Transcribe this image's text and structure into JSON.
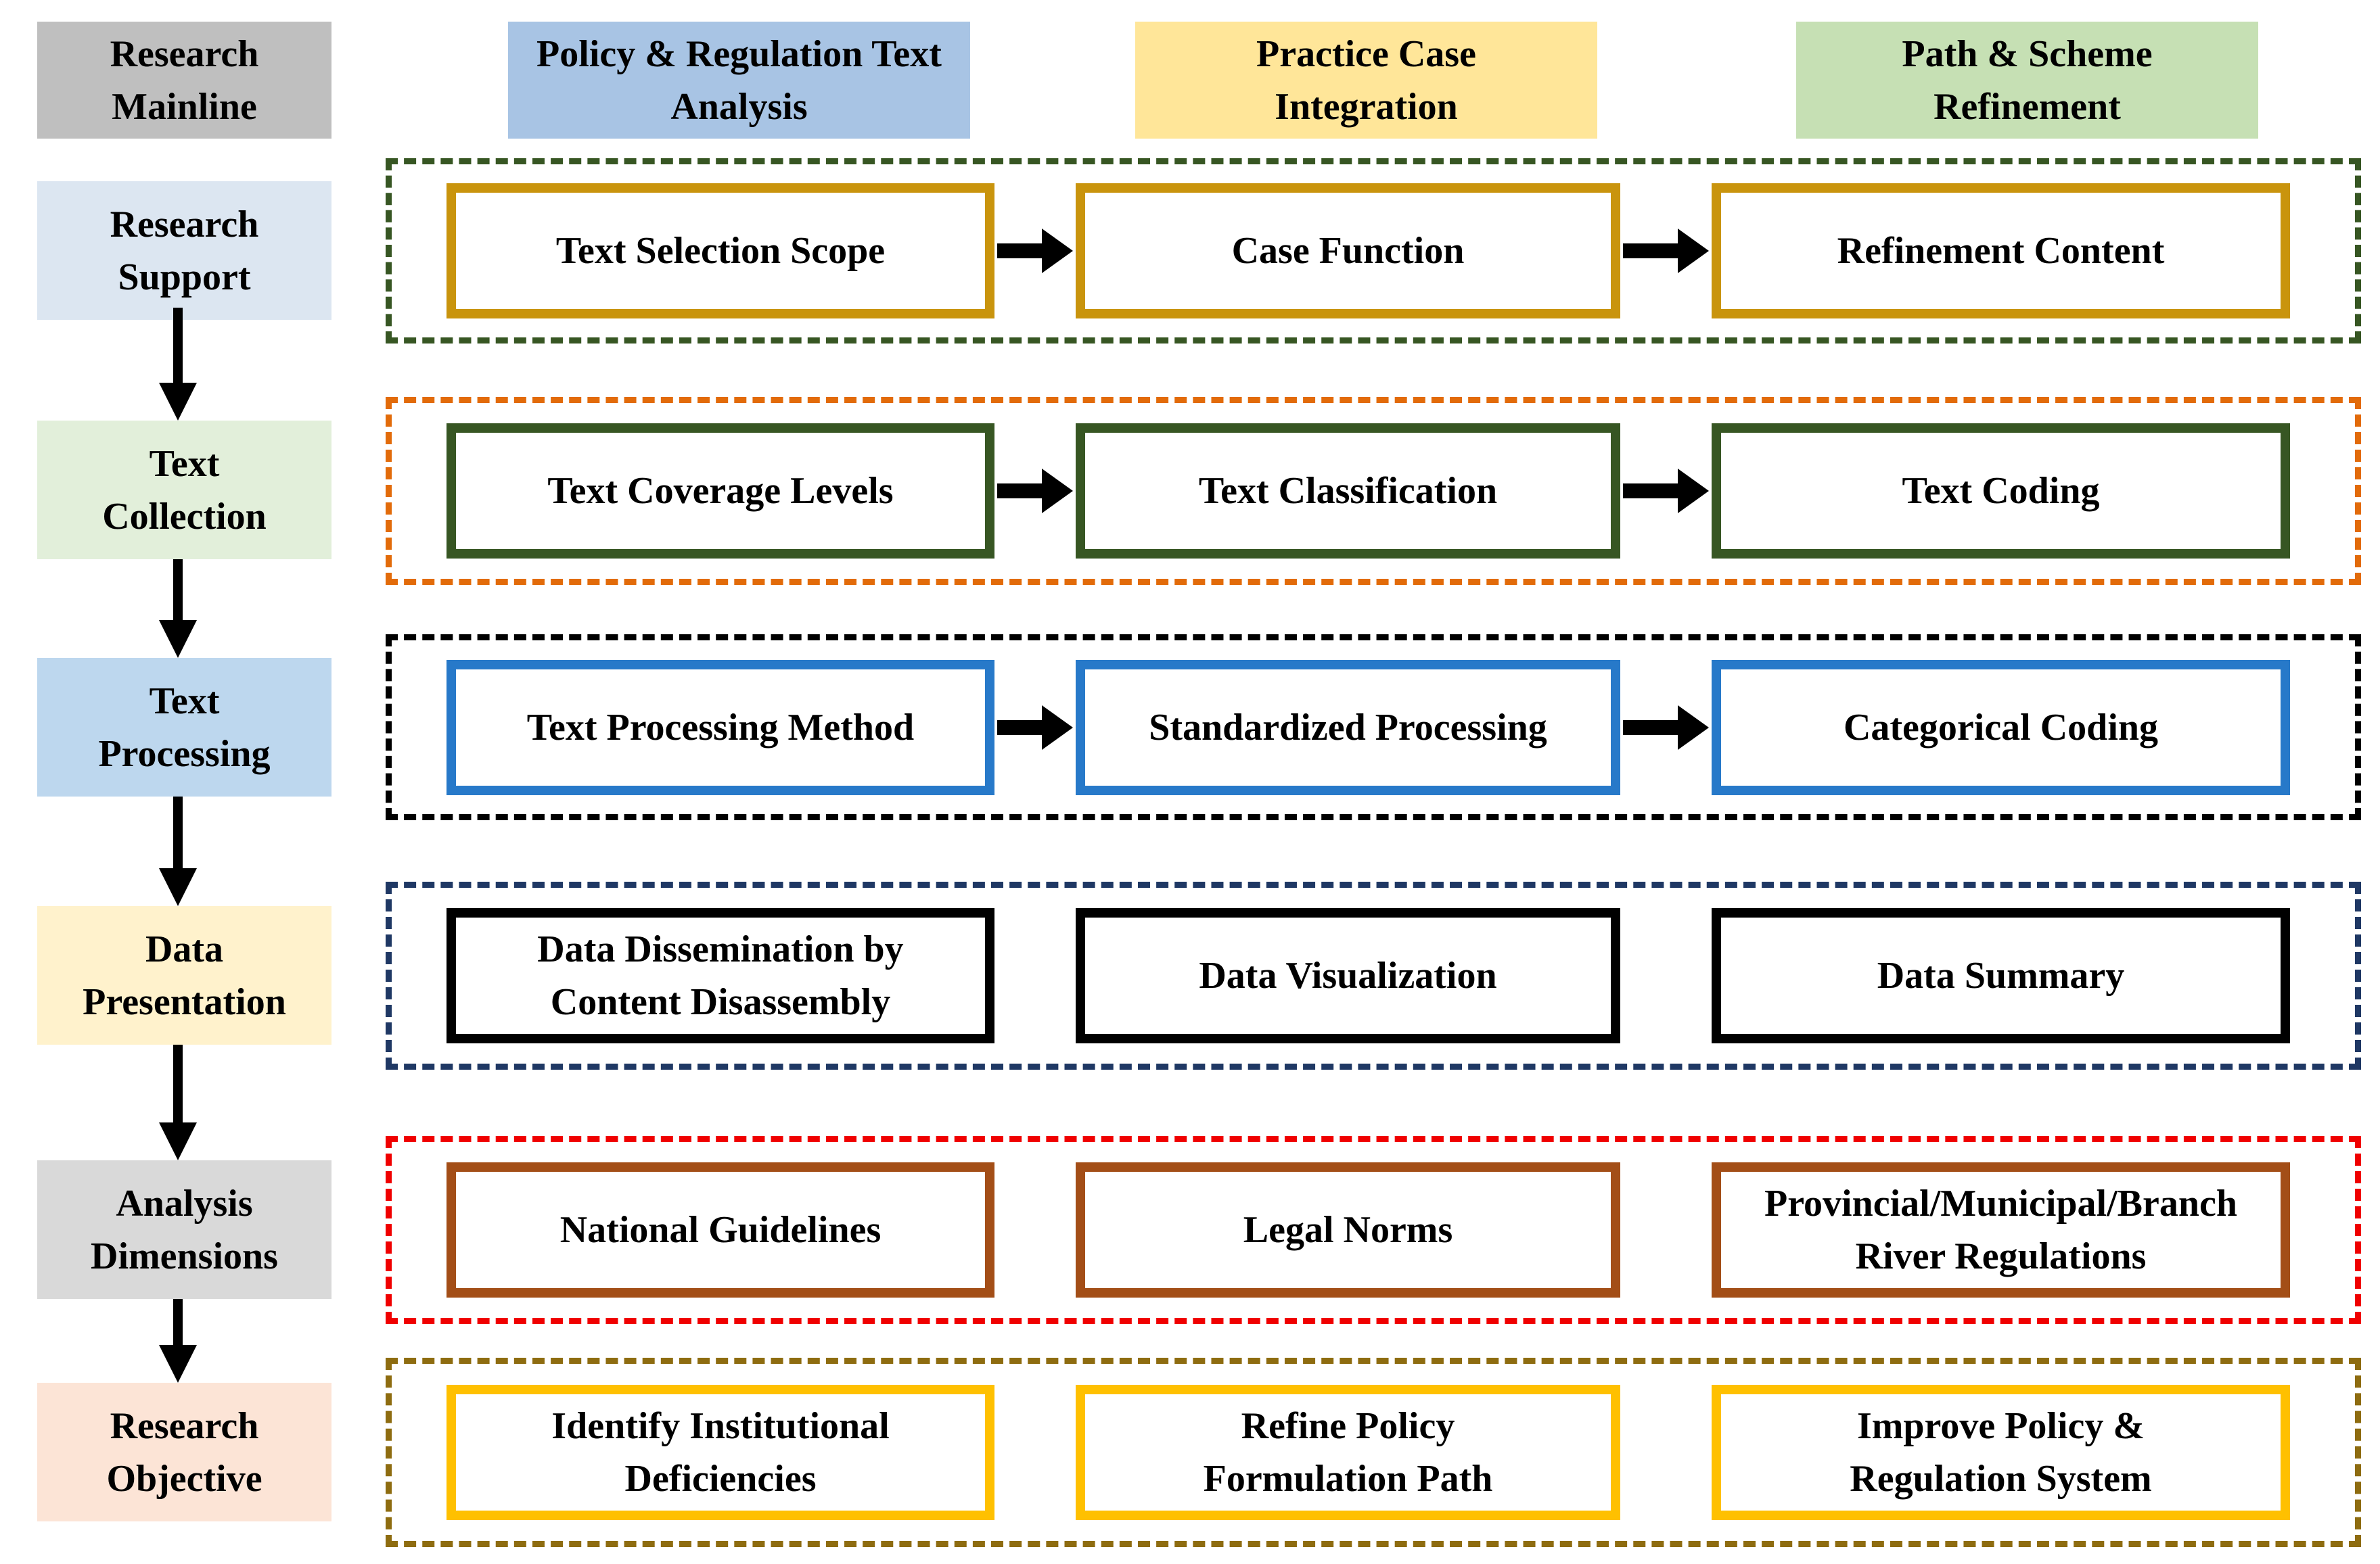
{
  "background_color": "#FFFFFF",
  "text_color": "#000000",
  "arrow_color": "#000000",
  "header": {
    "mainline_label": "Research Mainline",
    "mainline_bg_color": "#BFBFBF",
    "columns": [
      {
        "label": "Policy & Regulation Text Analysis",
        "bg_color": "#A8C4E4"
      },
      {
        "label": "Practice Case Integration",
        "bg_color": "#FFE699"
      },
      {
        "label": "Path & Scheme Refinement",
        "bg_color": "#C6E0B4"
      }
    ]
  },
  "rows": [
    {
      "stage": {
        "label": "Research Support",
        "bg_color": "#DCE6F1"
      },
      "group_border_color": "#375623",
      "box_border_color": "#C9940D",
      "has_arrows": true,
      "boxes": [
        {
          "label": "Text Selection Scope"
        },
        {
          "label": "Case Function"
        },
        {
          "label": "Refinement Content"
        }
      ]
    },
    {
      "stage": {
        "label": "Text Collection",
        "bg_color": "#E2EFDA"
      },
      "group_border_color": "#E26B0A",
      "box_border_color": "#375623",
      "has_arrows": true,
      "boxes": [
        {
          "label": "Text Coverage Levels"
        },
        {
          "label": "Text Classification"
        },
        {
          "label": "Text Coding"
        }
      ]
    },
    {
      "stage": {
        "label": "Text Processing",
        "bg_color": "#BDD7EE"
      },
      "group_border_color": "#000000",
      "box_border_color": "#2779C9",
      "has_arrows": true,
      "boxes": [
        {
          "label": "Text Processing Method"
        },
        {
          "label": "Standardized Processing"
        },
        {
          "label": "Categorical Coding"
        }
      ]
    },
    {
      "stage": {
        "label": "Data Presentation",
        "bg_color": "#FFF2CC"
      },
      "group_border_color": "#1F3864",
      "box_border_color": "#000000",
      "has_arrows": false,
      "boxes": [
        {
          "label": "Data Dissemination by Content Disassembly"
        },
        {
          "label": "Data Visualization"
        },
        {
          "label": "Data Summary"
        }
      ]
    },
    {
      "stage": {
        "label": "Analysis Dimensions",
        "bg_color": "#D9D9D9"
      },
      "group_border_color": "#F00000",
      "box_border_color": "#A34E17",
      "has_arrows": false,
      "boxes": [
        {
          "label": "National Guidelines"
        },
        {
          "label": "Legal Norms"
        },
        {
          "label": "Provincial/Municipal/Branch River Regulations"
        }
      ]
    },
    {
      "stage": {
        "label": "Research Objective",
        "bg_color": "#FCE4D6"
      },
      "group_border_color": "#8E6C10",
      "box_border_color": "#FFC000",
      "has_arrows": false,
      "boxes": [
        {
          "label": "Identify Institutional Deficiencies"
        },
        {
          "label": "Refine Policy Formulation Path"
        },
        {
          "label": "Improve Policy & Regulation System"
        }
      ]
    }
  ]
}
